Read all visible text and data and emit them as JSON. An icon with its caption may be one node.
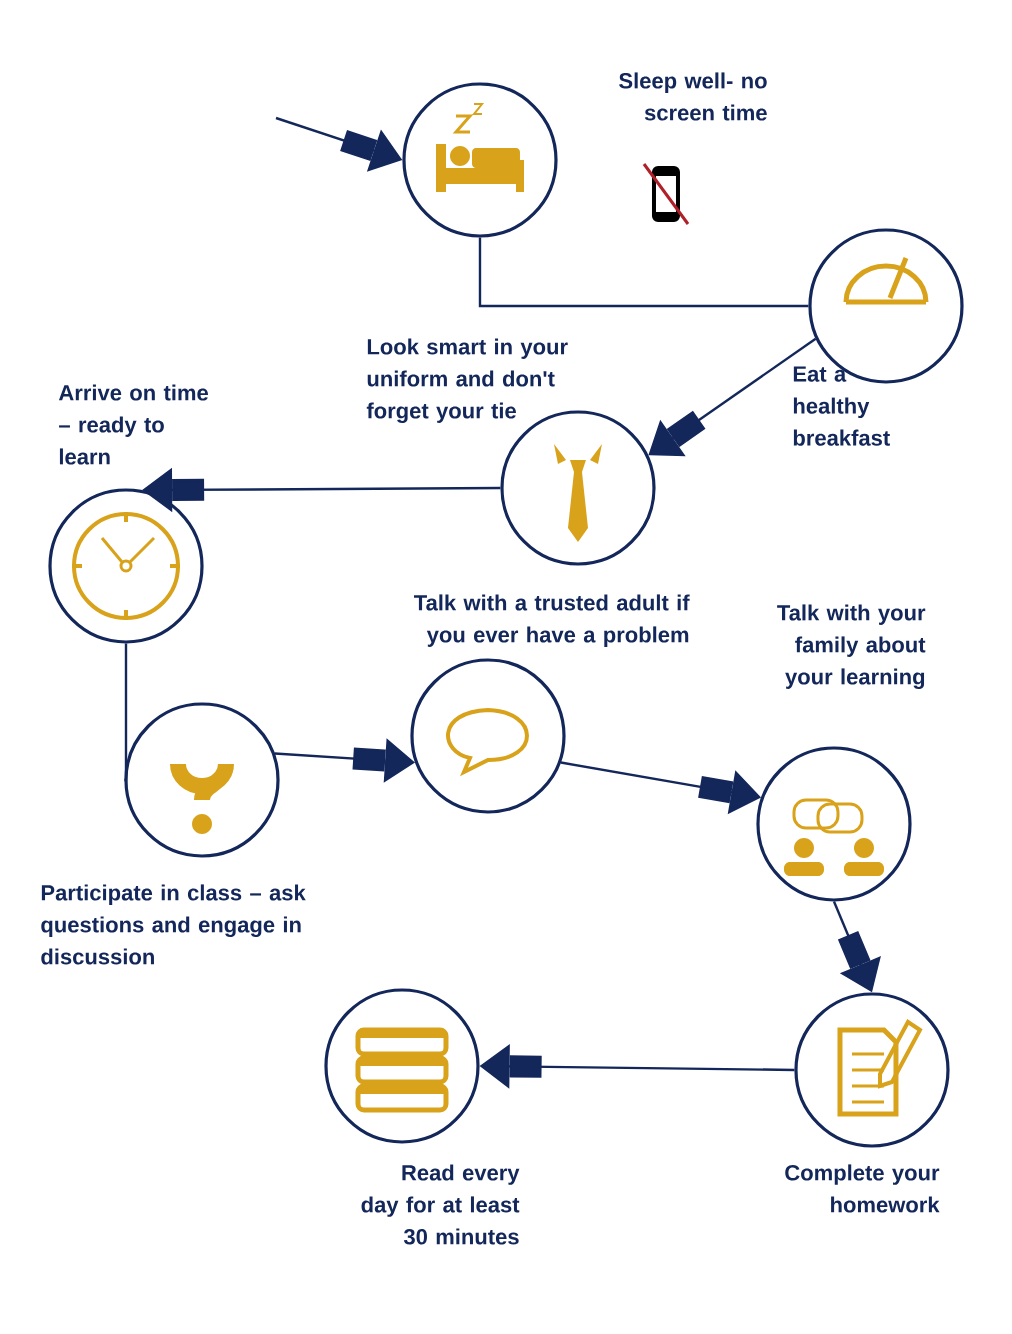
{
  "diagram": {
    "nodes": [
      {
        "text": [],
        "shape": "circle",
        "beside": [
          "Sleep well- no screen time"
        ]
      },
      {
        "text": [],
        "shape": "circle",
        "beside": [
          "Eat a healthy breakfast"
        ]
      },
      {
        "text": [],
        "shape": "circle",
        "beside": [
          "Look smart in your uniform and don't forget your tie"
        ]
      },
      {
        "text": [],
        "shape": "circle",
        "beside": [
          "Arrive on time – ready to learn"
        ]
      },
      {
        "text": [],
        "shape": "circle",
        "beside": [
          "Participate in class – ask questions and engage in discussion"
        ]
      },
      {
        "text": [],
        "shape": "circle",
        "beside": [
          "Talk with a trusted adult if you ever have a problem"
        ]
      },
      {
        "text": [],
        "shape": "circle",
        "beside": [
          "Talk with your family about your learning"
        ]
      },
      {
        "text": [],
        "shape": "circle",
        "beside": [
          "Complete your homework"
        ]
      },
      {
        "text": [],
        "shape": "circle",
        "beside": [
          "Read every day for at least 30 minutes"
        ]
      }
    ],
    "edges": [
      {
        "from": null,
        "to": 0,
        "arrow": "to"
      },
      {
        "from": 0,
        "to": 1,
        "arrow": "none"
      },
      {
        "from": 1,
        "to": 2,
        "arrow": "to"
      },
      {
        "from": 2,
        "to": 3,
        "arrow": "to"
      },
      {
        "from": 3,
        "to": 4,
        "arrow": "none"
      },
      {
        "from": 4,
        "to": 5,
        "arrow": "to"
      },
      {
        "from": 5,
        "to": 6,
        "arrow": "to"
      },
      {
        "from": 6,
        "to": 7,
        "arrow": "to"
      },
      {
        "from": 7,
        "to": 8,
        "arrow": "to"
      }
    ]
  }
}
